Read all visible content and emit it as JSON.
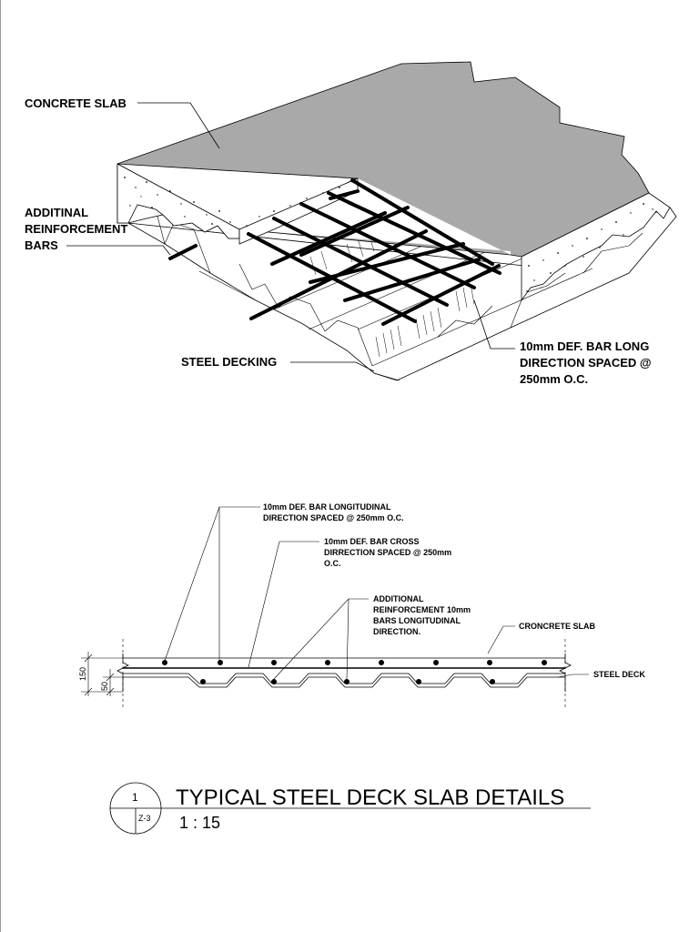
{
  "isometric": {
    "labels": {
      "concrete_slab": "CONCRETE SLAB",
      "additional_bars_1": "ADDITINAL",
      "additional_bars_2": "REINFORCEMENT",
      "additional_bars_3": "BARS",
      "steel_decking": "STEEL DECKING",
      "long_bar_1": "10mm DEF. BAR LONG",
      "long_bar_2": "DIRECTION SPACED @",
      "long_bar_3": "250mm O.C."
    },
    "colors": {
      "slab_top": "#a9a9a9",
      "slab_side": "#ffffff",
      "rebar": "#000000"
    }
  },
  "section": {
    "labels": {
      "long_bar_1": "10mm DEF. BAR LONGITUDINAL",
      "long_bar_2": "DIRECTION SPACED @ 250mm O.C.",
      "cross_bar_1": "10mm DEF. BAR CROSS",
      "cross_bar_2": "DIRRECTION SPACED @ 250mm",
      "cross_bar_3": "O.C.",
      "additional_1": "ADDITIONAL",
      "additional_2": "REINFORCEMENT 10mm",
      "additional_3": "BARS LONGITUDINAL",
      "additional_4": "DIRECTION.",
      "concrete_slab": "CRONCRETE SLAB",
      "steel_deck": "STEEL DECK"
    },
    "dimensions": {
      "overall": "150",
      "deck": "50"
    }
  },
  "title_block": {
    "detail_number": "1",
    "sheet_ref": "Z-3",
    "title": "TYPICAL STEEL DECK SLAB DETAILS",
    "scale": "1 : 15"
  }
}
